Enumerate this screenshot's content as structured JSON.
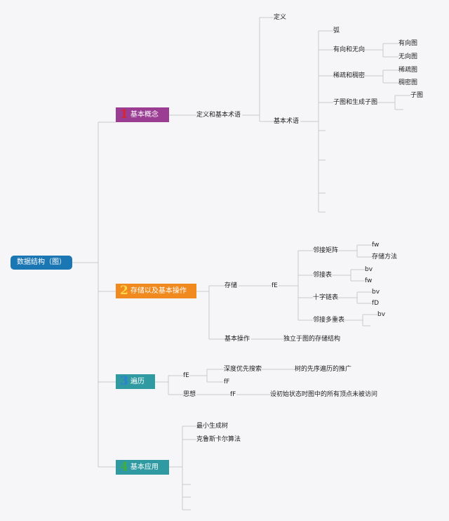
{
  "root": "数据结构（图）",
  "topics": [
    {
      "num": "1",
      "label": "基本概念",
      "bg": "#9b3d93",
      "num_color": "#d6262f"
    },
    {
      "num": "2",
      "label": "存储以及基本操作",
      "bg": "#f08a1e",
      "num_color": "#ffd84a"
    },
    {
      "num": "3",
      "label": "遍历",
      "bg": "#2f9aa2",
      "num_color": "#2f7fd1"
    },
    {
      "num": "4",
      "label": "基本应用",
      "bg": "#2f9aa2",
      "num_color": "#3fae3f"
    }
  ],
  "concept": {
    "branch": "定义和基本术语",
    "definition": "定义",
    "terms": "基本术语",
    "arc": "弧",
    "directed_undirected": "有向和无向",
    "directed_graph": "有向图",
    "undirected_graph": "无向图",
    "sparse_dense": "稀疏和稠密",
    "sparse_graph": "稀疏图",
    "dense_graph": "稠密图",
    "subgraph_spanning": "子图和生成子图",
    "subgraph": "子图"
  },
  "storage": {
    "store": "存储",
    "store_sub": "fE",
    "adj_matrix": "邻接矩阵",
    "adj_matrix_a": "fw",
    "adj_matrix_b": "存储方法",
    "adj_list": "邻接表",
    "adj_list_a": "bv",
    "adj_list_b": "fw",
    "orth_list": "十字链表",
    "orth_list_a": "bv",
    "orth_list_b": "fD",
    "adj_multi": "邻接多重表",
    "adj_multi_a": "bv",
    "basic_ops": "基本操作",
    "basic_ops_note": "独立于图的存储结构"
  },
  "traversal": {
    "fe": "fE",
    "dfs": "深度优先搜索",
    "dfs_note": "树的先序遍历的推广",
    "ff": "fF",
    "idea": "思想",
    "idea_ff": "fF",
    "idea_note": "设初始状态时图中的所有顶点未被访问"
  },
  "application": {
    "mst": "最小生成树",
    "kruskal": "克鲁斯卡尔算法"
  }
}
